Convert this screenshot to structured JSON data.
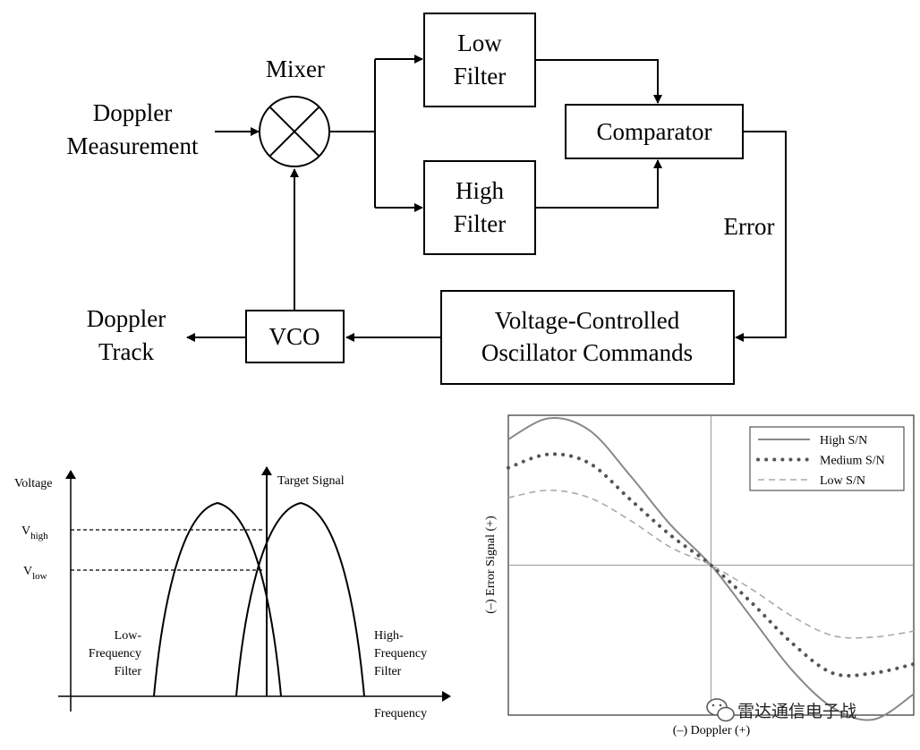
{
  "block_diagram": {
    "input_label_line1": "Doppler",
    "input_label_line2": "Measurement",
    "mixer_label": "Mixer",
    "low_filter_line1": "Low",
    "low_filter_line2": "Filter",
    "high_filter_line1": "High",
    "high_filter_line2": "Filter",
    "comparator_label": "Comparator",
    "error_label": "Error",
    "vco_commands_line1": "Voltage-Controlled",
    "vco_commands_line2": "Oscillator Commands",
    "vco_label": "VCO",
    "output_label_line1": "Doppler",
    "output_label_line2": "Track"
  },
  "filter_diagram": {
    "y_axis_label": "Voltage",
    "x_axis_label": "Frequency",
    "target_label": "Target Signal",
    "v_high_main": "V",
    "v_high_sub": "high",
    "v_low_main": "V",
    "v_low_sub": "low",
    "low_filter_line1": "Low-",
    "low_filter_line2": "Frequency",
    "low_filter_line3": "Filter",
    "high_filter_line1": "High-",
    "high_filter_line2": "Frequency",
    "high_filter_line3": "Filter"
  },
  "chart_data": {
    "type": "line",
    "title": "",
    "xlabel": "(–)  Doppler   (+)",
    "ylabel": "(–)  Error Signal   (+)",
    "legend_placement": "top-right",
    "grid": false,
    "axis_numbers_shown": false,
    "xlim": [
      -1,
      1
    ],
    "ylim": [
      -1,
      1
    ],
    "x": [
      -1,
      -0.8,
      -0.6,
      -0.4,
      -0.2,
      0,
      0.2,
      0.4,
      0.6,
      0.8,
      1
    ],
    "series": [
      {
        "name": "High S/N",
        "style": "solid",
        "color": "#888888",
        "values": [
          0.84,
          0.98,
          0.9,
          0.6,
          0.27,
          0,
          -0.35,
          -0.7,
          -0.95,
          -1.03,
          -0.86
        ]
      },
      {
        "name": "Medium S/N",
        "style": "dotted",
        "color": "#555555",
        "values": [
          0.65,
          0.74,
          0.68,
          0.44,
          0.2,
          0,
          -0.25,
          -0.52,
          -0.72,
          -0.72,
          -0.66
        ]
      },
      {
        "name": "Low S/N",
        "style": "dashed",
        "color": "#aaaaaa",
        "values": [
          0.45,
          0.5,
          0.45,
          0.3,
          0.12,
          0,
          -0.16,
          -0.34,
          -0.47,
          -0.48,
          -0.44
        ]
      }
    ]
  },
  "watermark": {
    "text": "雷达通信电子战"
  }
}
